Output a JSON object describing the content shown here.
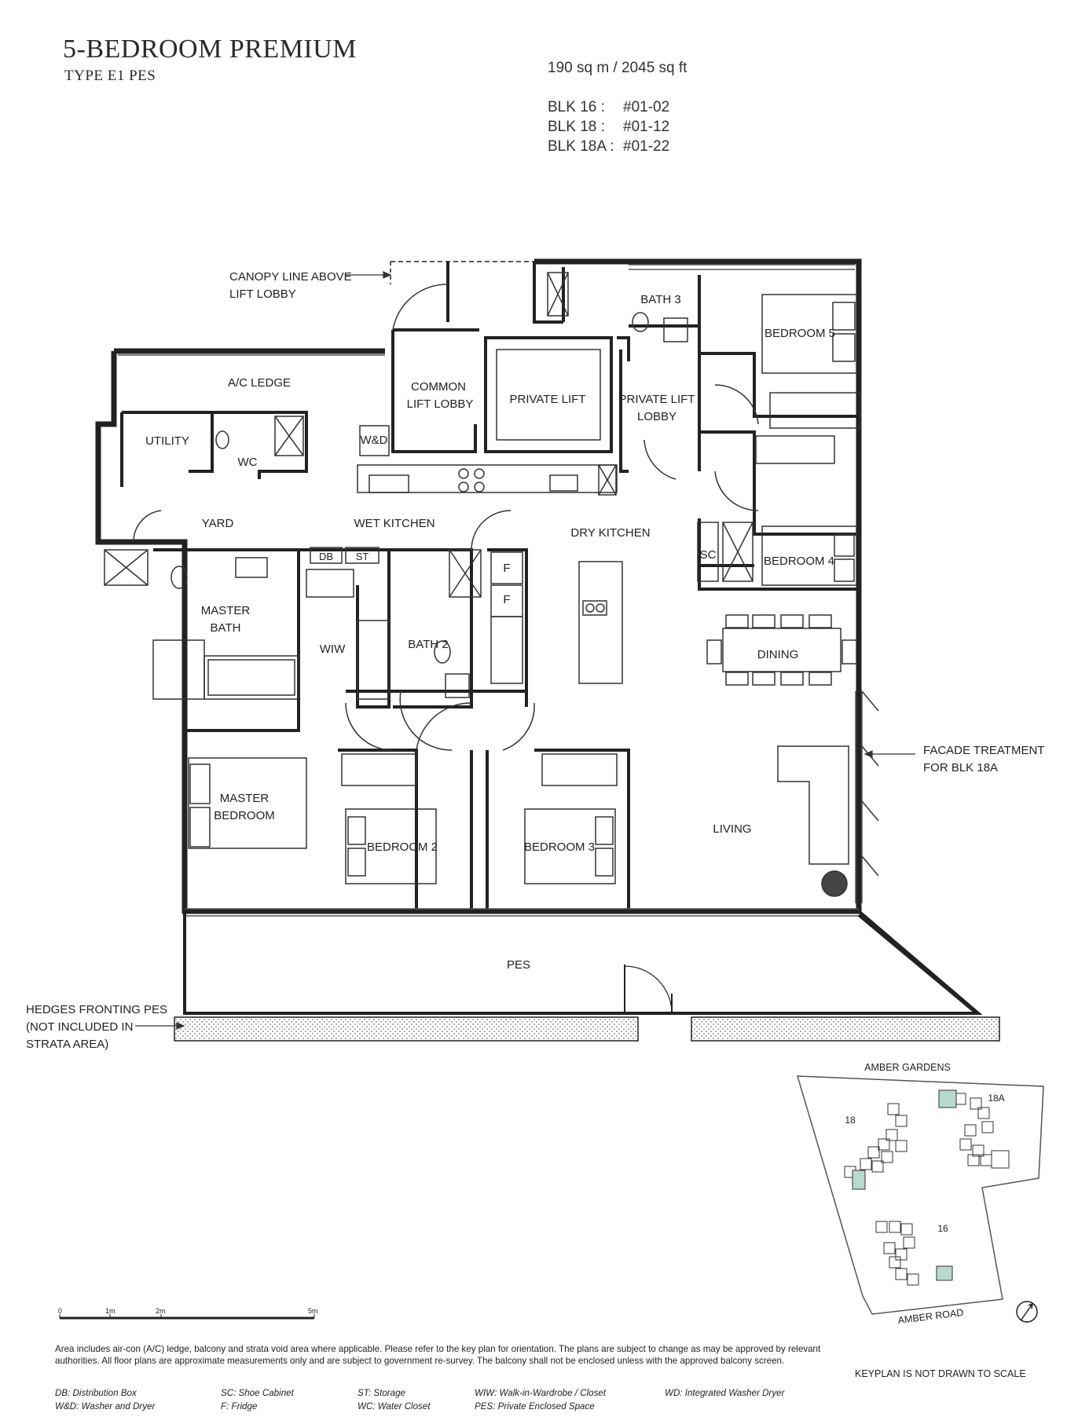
{
  "header": {
    "title": "5-BEDROOM PREMIUM",
    "type": "TYPE E1 PES",
    "area": "190 sq m / 2045 sq ft",
    "units": [
      {
        "blk": "BLK 16 :",
        "unit": "#01-02"
      },
      {
        "blk": "BLK 18 :",
        "unit": "#01-12"
      },
      {
        "blk": "BLK 18A :",
        "unit": "#01-22"
      }
    ]
  },
  "rooms": {
    "ac_ledge": "A/C LEDGE",
    "utility": "UTILITY",
    "wc": "WC",
    "wd": "W&D",
    "yard": "YARD",
    "wet_kitchen": "WET KITCHEN",
    "common_lift_lobby_1": "COMMON",
    "common_lift_lobby_2": "LIFT LOBBY",
    "private_lift": "PRIVATE LIFT",
    "private_lift_lobby_1": "PRIVATE LIFT",
    "private_lift_lobby_2": "LOBBY",
    "bath3": "BATH 3",
    "bedroom5": "BEDROOM 5",
    "dry_kitchen": "DRY KITCHEN",
    "sc": "SC",
    "bedroom4": "BEDROOM 4",
    "db": "DB",
    "st": "ST",
    "fridge": "F",
    "master_bath_1": "MASTER",
    "master_bath_2": "BATH",
    "wiw": "WIW",
    "bath2": "BATH 2",
    "dining": "DINING",
    "master_bedroom_1": "MASTER",
    "master_bedroom_2": "BEDROOM",
    "bedroom2": "BEDROOM 2",
    "bedroom3": "BEDROOM 3",
    "living": "LIVING",
    "pes": "PES"
  },
  "callouts": {
    "canopy_1": "CANOPY LINE ABOVE",
    "canopy_2": "LIFT LOBBY",
    "facade_1": "FACADE TREATMENT",
    "facade_2": "FOR BLK 18A",
    "hedges_1": "HEDGES FRONTING PES",
    "hedges_2": "(NOT INCLUDED IN",
    "hedges_3": "STRATA AREA)"
  },
  "keyplan": {
    "top_label": "AMBER GARDENS",
    "bottom_label": "AMBER ROAD",
    "blk18": "18",
    "blk18a": "18A",
    "blk16": "16",
    "note": "KEYPLAN IS NOT DRAWN TO SCALE",
    "highlight_color": "#b9d9cf"
  },
  "scale": {
    "l0": "0",
    "l1": "1m",
    "l2": "2m",
    "l5": "5m"
  },
  "footer": {
    "disclaimer": "Area includes air-con (A/C) ledge, balcony and strata void area where applicable. Please refer to the key plan for orientation. The plans are subject to change as may be approved by relevant authorities. All floor plans are approximate measurements only and are subject to government re-survey. The balcony shall not be enclosed unless with the approved balcony screen."
  },
  "legend": [
    [
      "DB: Distribution Box",
      "W&D: Washer and Dryer"
    ],
    [
      "SC: Shoe Cabinet",
      "F: Fridge"
    ],
    [
      "ST: Storage",
      "WC: Water Closet"
    ],
    [
      "WIW: Walk-in-Wardrobe / Closet",
      "PES: Private Enclosed Space"
    ],
    [
      "WD: Integrated Washer Dryer",
      ""
    ]
  ]
}
